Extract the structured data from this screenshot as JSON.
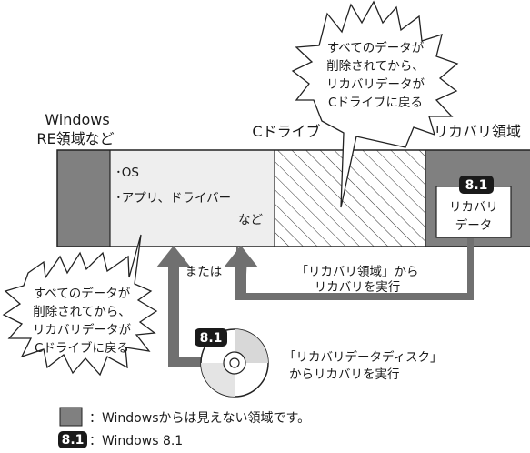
{
  "labels": {
    "windows_re_line1": "Windows",
    "windows_re_line2": "RE領域など",
    "c_drive": "Cドライブ",
    "recovery_area": "リカバリ領域",
    "os_item": "･OS",
    "apps_item": "･アプリ、ドライバー",
    "apps_item_cont": "など",
    "recovery_data_line1": "リカバリ",
    "recovery_data_line2": "データ",
    "or": "または",
    "from_area_line1": "「リカバリ領域」から",
    "from_area_line2": "リカバリを実行",
    "from_disc_line1": "「リカバリデータディスク」",
    "from_disc_line2": "からリカバリを実行"
  },
  "callouts": {
    "top": [
      "すべてのデータが",
      "削除されてから、",
      "リカバリデータが",
      "Cドライブに戻る"
    ],
    "left": [
      "すべてのデータが",
      "削除されてから、",
      "リカバリデータが",
      "Cドライブに戻る"
    ]
  },
  "badges": {
    "recovery": "8.1",
    "disc": "8.1",
    "legend": "8.1"
  },
  "legend": {
    "gray_text": "：Windowsからは見えない領域です。",
    "badge_text": "：Windows 8.1"
  },
  "colors": {
    "hidden_area": "#808080",
    "os_area": "#eeeeee",
    "arrow": "#707070",
    "badge": "#1a1a1a"
  }
}
